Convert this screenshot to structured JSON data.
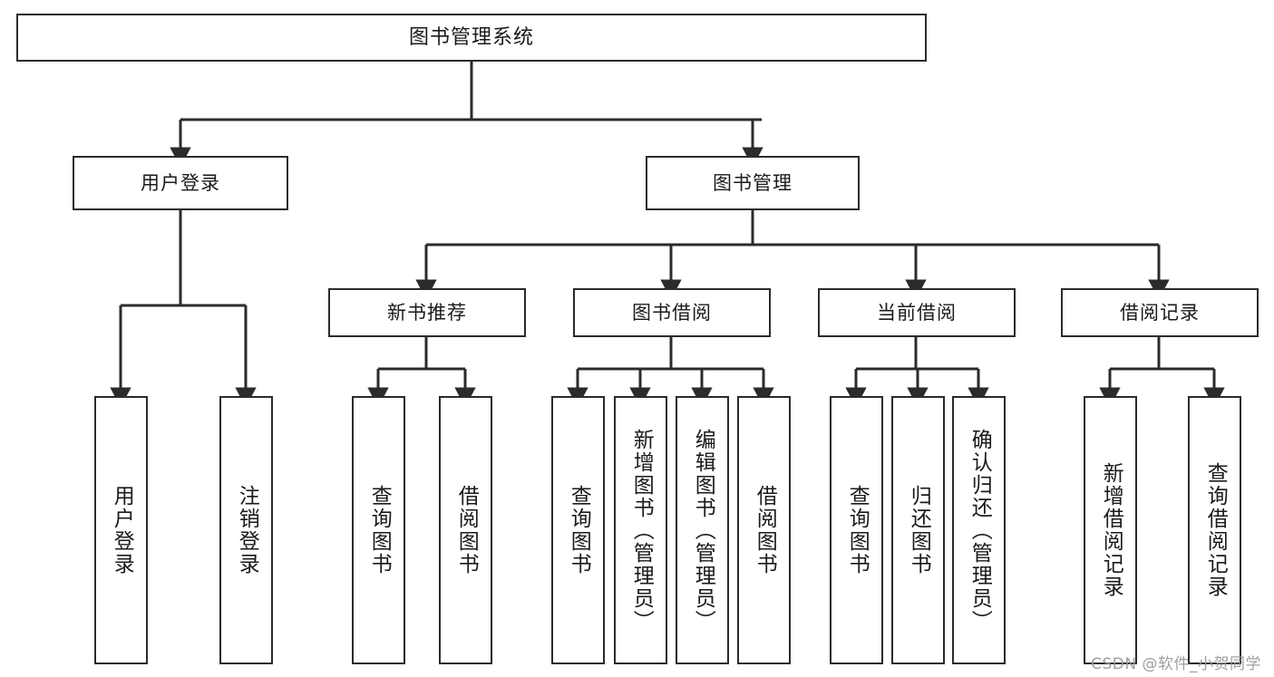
{
  "diagram": {
    "title": "图书管理系统",
    "type": "tree",
    "root": {
      "label": "图书管理系统"
    },
    "level2": [
      {
        "label": "用户登录"
      },
      {
        "label": "图书管理"
      }
    ],
    "level3": [
      {
        "label": "新书推荐"
      },
      {
        "label": "图书借阅"
      },
      {
        "label": "当前借阅"
      },
      {
        "label": "借阅记录"
      }
    ],
    "leaves": [
      {
        "label": "用户登录",
        "parent": "用户登录"
      },
      {
        "label": "注销登录",
        "parent": "用户登录"
      },
      {
        "label": "查询图书",
        "parent": "新书推荐"
      },
      {
        "label": "借阅图书",
        "parent": "新书推荐"
      },
      {
        "label": "查询图书",
        "parent": "图书借阅"
      },
      {
        "label": "新增图书（管理员）",
        "parent": "图书借阅"
      },
      {
        "label": "编辑图书（管理员）",
        "parent": "图书借阅"
      },
      {
        "label": "借阅图书",
        "parent": "图书借阅"
      },
      {
        "label": "查询图书",
        "parent": "当前借阅"
      },
      {
        "label": "归还图书",
        "parent": "当前借阅"
      },
      {
        "label": "确认归还（管理员）",
        "parent": "当前借阅"
      },
      {
        "label": "新增借阅记录",
        "parent": "借阅记录"
      },
      {
        "label": "查询借阅记录",
        "parent": "借阅记录"
      }
    ]
  },
  "watermark": {
    "text": "CSDN @软件_小贺同学"
  },
  "colors": {
    "stroke": "#2b2b2b",
    "fill": "#ffffff",
    "text": "#1a1a1a",
    "watermark": "#9a9a9a"
  }
}
